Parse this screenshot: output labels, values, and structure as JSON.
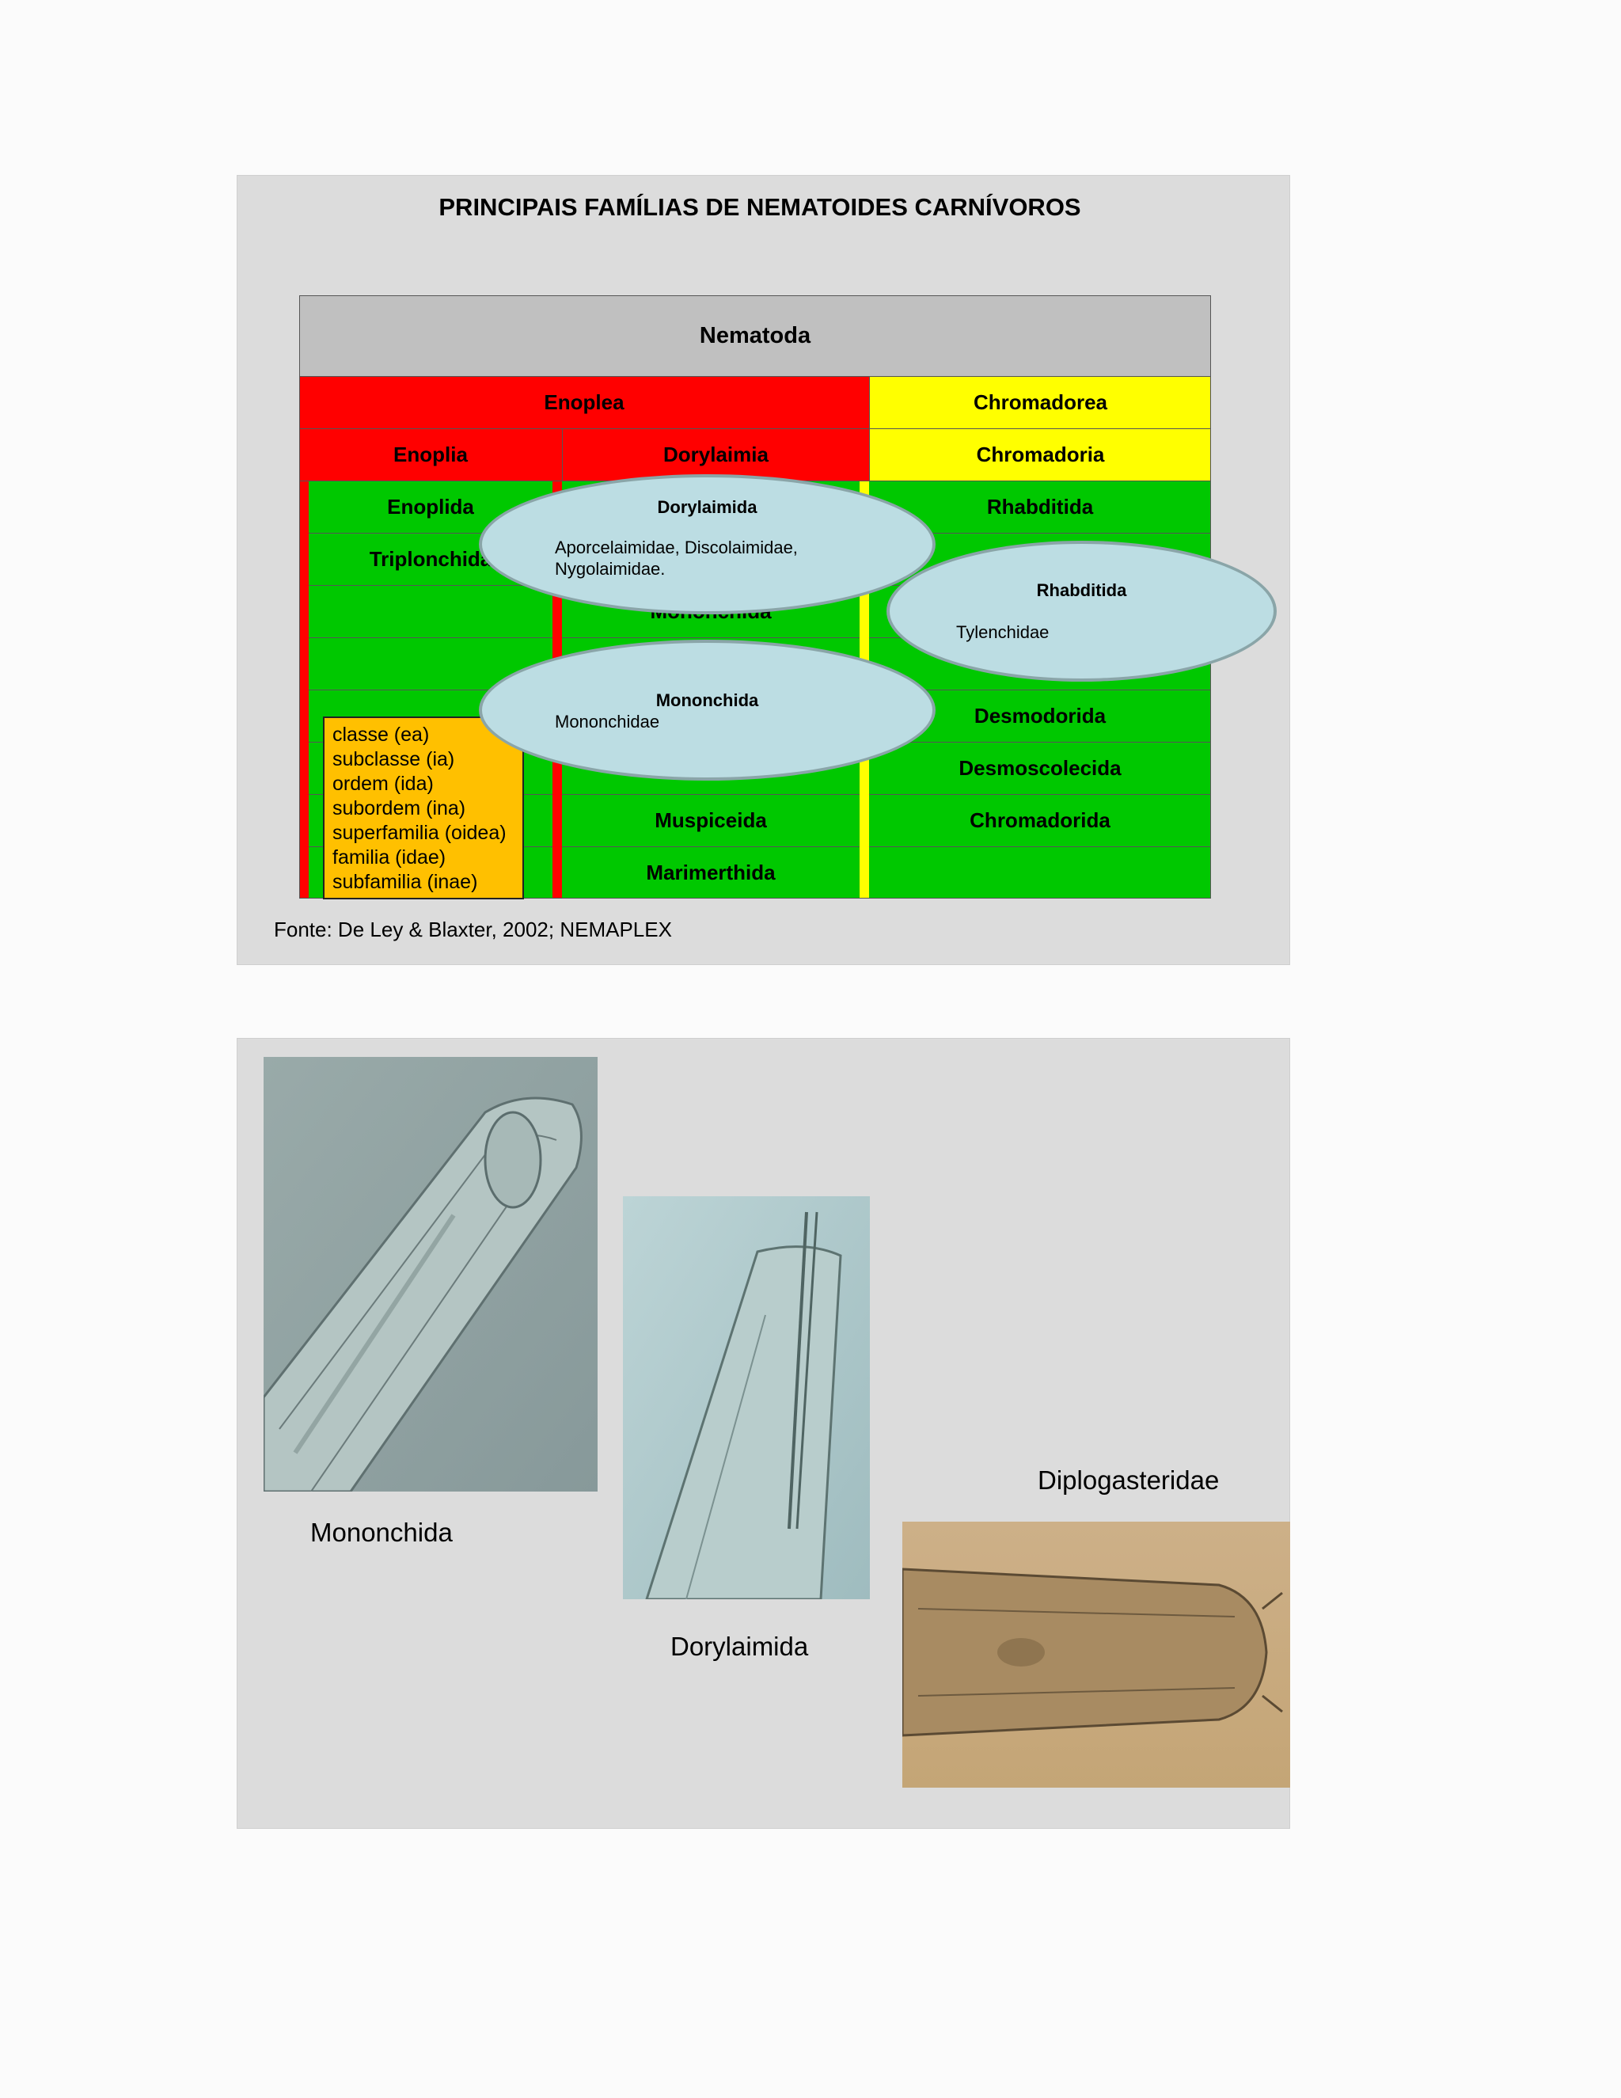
{
  "slide1": {
    "title": "PRINCIPAIS FAMÍLIAS DE NEMATOIDES CARNÍVOROS",
    "root": "Nematoda",
    "classes": {
      "enoplea": "Enoplea",
      "chromadorea": "Chromadorea"
    },
    "subclasses": {
      "enoplia": "Enoplia",
      "dorylaimia": "Dorylaimia",
      "chromadoria": "Chromadoria"
    },
    "enoplia_orders": [
      "Enoplida",
      "Triplonchida",
      "",
      "",
      "",
      "",
      "",
      ""
    ],
    "dorylaimia_orders": [
      "",
      "",
      "Mononchida",
      "",
      "",
      "",
      "Muspiceida",
      "Marimerthida"
    ],
    "chromadoria_orders": [
      "Rhabditida",
      "",
      "",
      "",
      "Desmodorida",
      "Desmoscolecida",
      "Chromadorida",
      ""
    ],
    "callouts": {
      "dorylaimida": {
        "title": "Dorylaimida",
        "text": "Aporcelaimidae, Discolaimidae, Nygolaimidae."
      },
      "rhabditida": {
        "title": "Rhabditida",
        "text": "Tylenchidae"
      },
      "mononchida": {
        "title": "Mononchida",
        "text": "Mononchidae"
      }
    },
    "legend": [
      "classe (ea)",
      "subclasse (ia)",
      "ordem (ida)",
      "subordem (ina)",
      "superfamilia (oidea)",
      "familia (idae)",
      "subfamilia (inae)"
    ],
    "source": "Fonte: De Ley & Blaxter, 2002; NEMAPLEX",
    "colors": {
      "enoplea": "#ff0000",
      "chromadorea": "#ffff00",
      "orders": "#00c800",
      "root": "#c0c0c0",
      "callout": "#bcdde3",
      "legend": "#ffc000"
    }
  },
  "slide2": {
    "captions": {
      "mononchida": "Mononchida",
      "dorylaimida": "Dorylaimida",
      "diplogasteridae": "Diplogasteridae"
    },
    "images": [
      "mononchida-micrograph",
      "dorylaimida-micrograph",
      "diplogasteridae-micrograph"
    ]
  }
}
